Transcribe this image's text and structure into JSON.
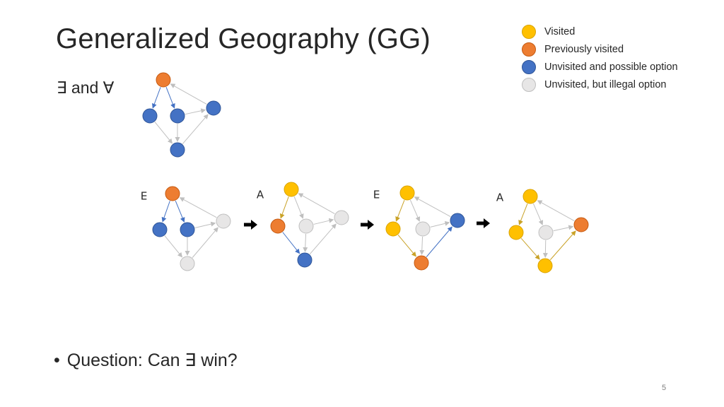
{
  "title": "Generalized Geography (GG)",
  "subtitle": "∃ and ∀",
  "legend": [
    {
      "label": "Visited",
      "color": "#FFC000",
      "stroke": "#D9A300"
    },
    {
      "label": "Previously visited",
      "color": "#ED7D31",
      "stroke": "#C55A11"
    },
    {
      "label": "Unvisited and possible option",
      "color": "#4472C4",
      "stroke": "#2F5597"
    },
    {
      "label": "Unvisited, but illegal option",
      "color": "#E7E6E6",
      "stroke": "#BFBFBF"
    }
  ],
  "steps": [
    {
      "player": "∃",
      "states": [
        "orange",
        "blue",
        "blue",
        "gray",
        "gray"
      ]
    },
    {
      "player": "∀",
      "states": [
        "yellow",
        "orange",
        "gray",
        "gray",
        "blue"
      ]
    },
    {
      "player": "∃",
      "states": [
        "yellow",
        "yellow",
        "gray",
        "blue",
        "orange"
      ]
    },
    {
      "player": "∀",
      "states": [
        "yellow",
        "yellow",
        "gray",
        "orange",
        "yellow"
      ]
    }
  ],
  "initial_states": [
    "orange",
    "blue",
    "blue",
    "blue",
    "blue"
  ],
  "bullet": "Question: Can ∃ win?",
  "page_number": "5"
}
